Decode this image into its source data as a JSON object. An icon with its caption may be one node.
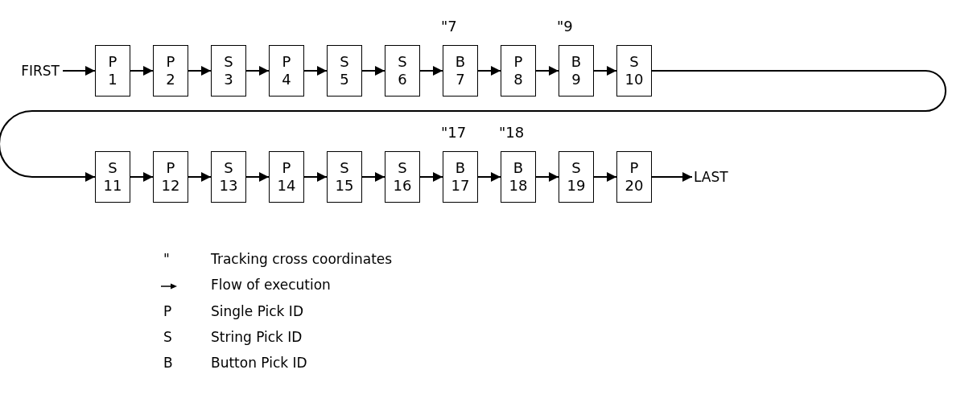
{
  "diagram": {
    "nodes": [
      {
        "text": [
          "FIRST"
        ]
      },
      {
        "text": [
          "P",
          "1"
        ]
      },
      {
        "text": [
          "P",
          "2"
        ]
      },
      {
        "text": [
          "S",
          "3"
        ]
      },
      {
        "text": [
          "P",
          "4"
        ]
      },
      {
        "text": [
          "S",
          "5"
        ]
      },
      {
        "text": [
          "S",
          "6"
        ]
      },
      {
        "text": [
          "B",
          "7"
        ],
        "beside": [
          "\"7"
        ]
      },
      {
        "text": [
          "P",
          "8"
        ]
      },
      {
        "text": [
          "B",
          "9"
        ],
        "beside": [
          "\"9"
        ]
      },
      {
        "text": [
          "S",
          "10"
        ]
      },
      {
        "text": [
          "S",
          "11"
        ]
      },
      {
        "text": [
          "P",
          "12"
        ]
      },
      {
        "text": [
          "S",
          "13"
        ]
      },
      {
        "text": [
          "P",
          "14"
        ]
      },
      {
        "text": [
          "S",
          "15"
        ]
      },
      {
        "text": [
          "S",
          "16"
        ]
      },
      {
        "text": [
          "B",
          "17"
        ],
        "beside": [
          "\"17"
        ]
      },
      {
        "text": [
          "B",
          "18"
        ],
        "beside": [
          "\"18"
        ]
      },
      {
        "text": [
          "S",
          "19"
        ]
      },
      {
        "text": [
          "P",
          "20"
        ]
      },
      {
        "text": [
          "LAST"
        ]
      }
    ],
    "edges": [
      {
        "from": 0,
        "to": 1,
        "arrow": "to"
      },
      {
        "from": 1,
        "to": 2,
        "arrow": "to"
      },
      {
        "from": 2,
        "to": 3,
        "arrow": "to"
      },
      {
        "from": 3,
        "to": 4,
        "arrow": "to"
      },
      {
        "from": 4,
        "to": 5,
        "arrow": "to"
      },
      {
        "from": 5,
        "to": 6,
        "arrow": "to"
      },
      {
        "from": 6,
        "to": 7,
        "arrow": "to"
      },
      {
        "from": 7,
        "to": 8,
        "arrow": "to"
      },
      {
        "from": 8,
        "to": 9,
        "arrow": "to"
      },
      {
        "from": 9,
        "to": 10,
        "arrow": "to"
      },
      {
        "from": 10,
        "to": 11,
        "arrow": "to"
      },
      {
        "from": 11,
        "to": 12,
        "arrow": "to"
      },
      {
        "from": 12,
        "to": 13,
        "arrow": "to"
      },
      {
        "from": 13,
        "to": 14,
        "arrow": "to"
      },
      {
        "from": 14,
        "to": 15,
        "arrow": "to"
      },
      {
        "from": 15,
        "to": 16,
        "arrow": "to"
      },
      {
        "from": 16,
        "to": 17,
        "arrow": "to"
      },
      {
        "from": 17,
        "to": 18,
        "arrow": "to"
      },
      {
        "from": 18,
        "to": 19,
        "arrow": "to"
      },
      {
        "from": 19,
        "to": 20,
        "arrow": "to"
      },
      {
        "from": 20,
        "to": 21,
        "arrow": "to"
      }
    ],
    "labels": [
      "\"",
      "P",
      "S",
      "B"
    ],
    "legend": [
      {
        "text": "Tracking cross coordinates"
      },
      {
        "text": "Flow of execution"
      },
      {
        "text": "Single Pick ID"
      },
      {
        "text": "String Pick ID"
      },
      {
        "text": "Button Pick ID"
      }
    ]
  }
}
